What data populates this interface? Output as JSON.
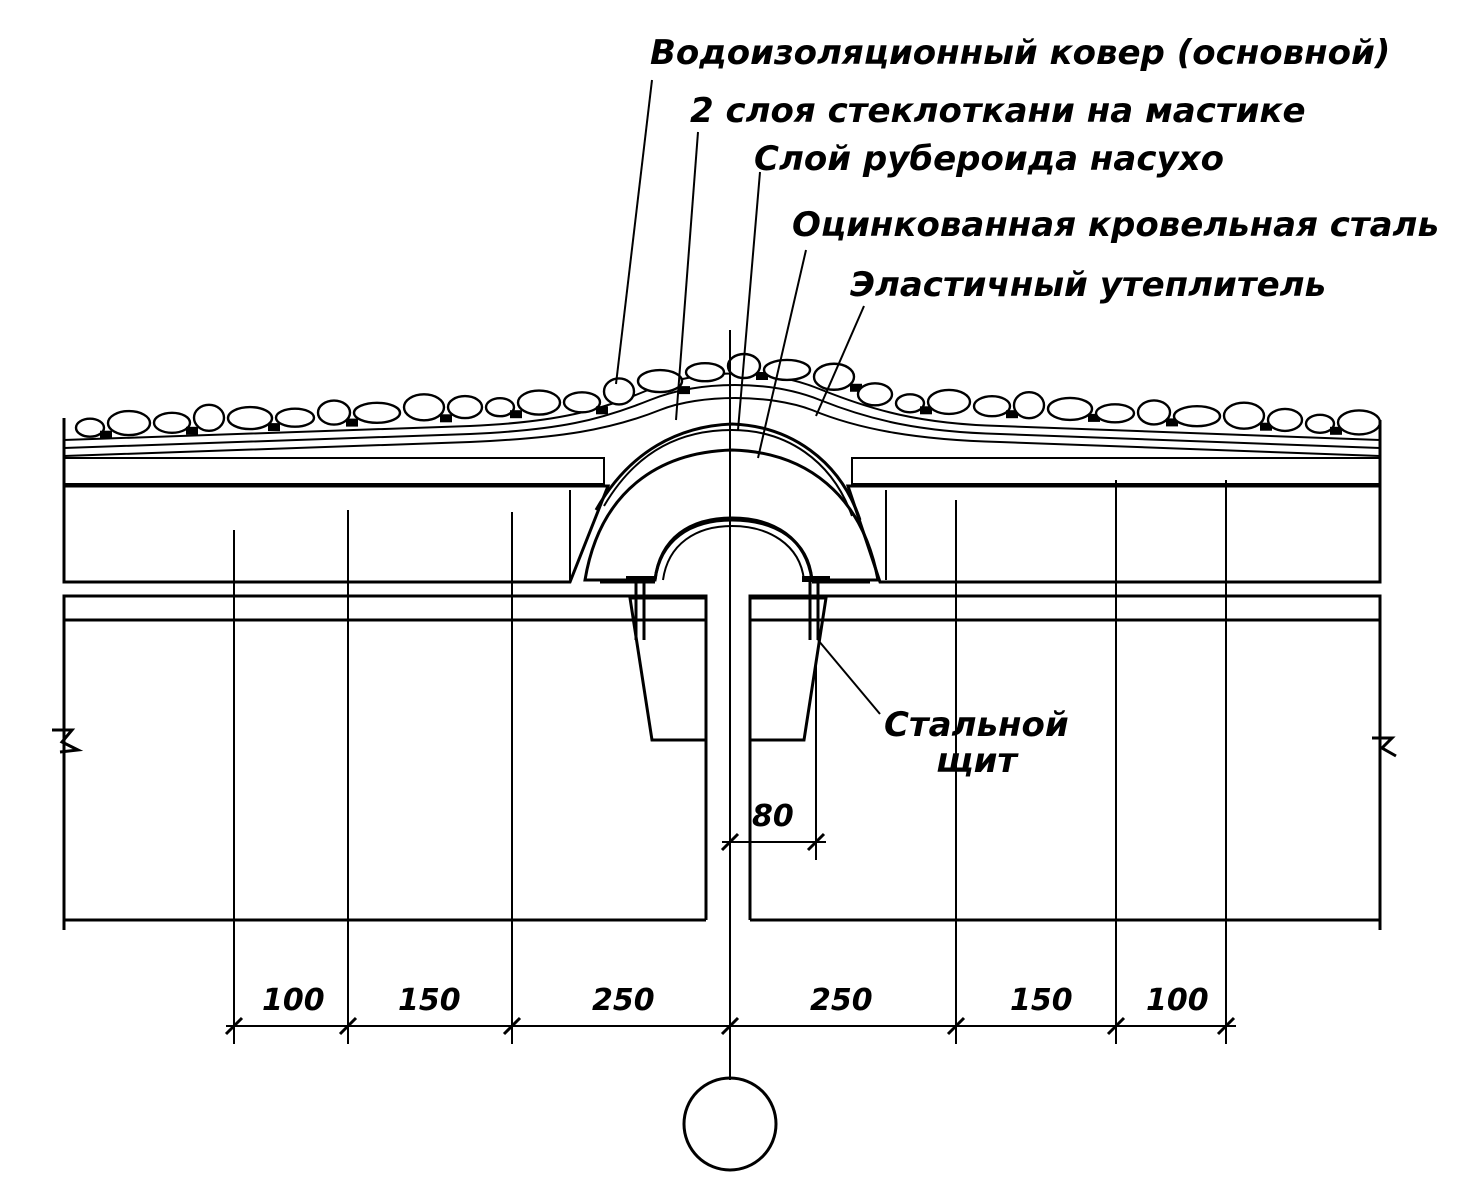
{
  "callouts": {
    "waterproof_carpet": "Водоизоляционный ковер (основной)",
    "fiberglass_layers": "2 слоя стеклоткани на мастике",
    "roofing_felt": "Слой рубероида насухо",
    "galvanized_steel": "Оцинкованная кровельная сталь",
    "elastic_insulation": "Эластичный утеплитель",
    "steel_shield_line1": "Стальной",
    "steel_shield_line2": "щит"
  },
  "dimensions": {
    "gap": "80",
    "d1": "100",
    "d2": "150",
    "d3": "250",
    "d4": "250",
    "d5": "150",
    "d6": "100"
  },
  "colors": {
    "ink": "#000000",
    "paper": "#ffffff"
  }
}
